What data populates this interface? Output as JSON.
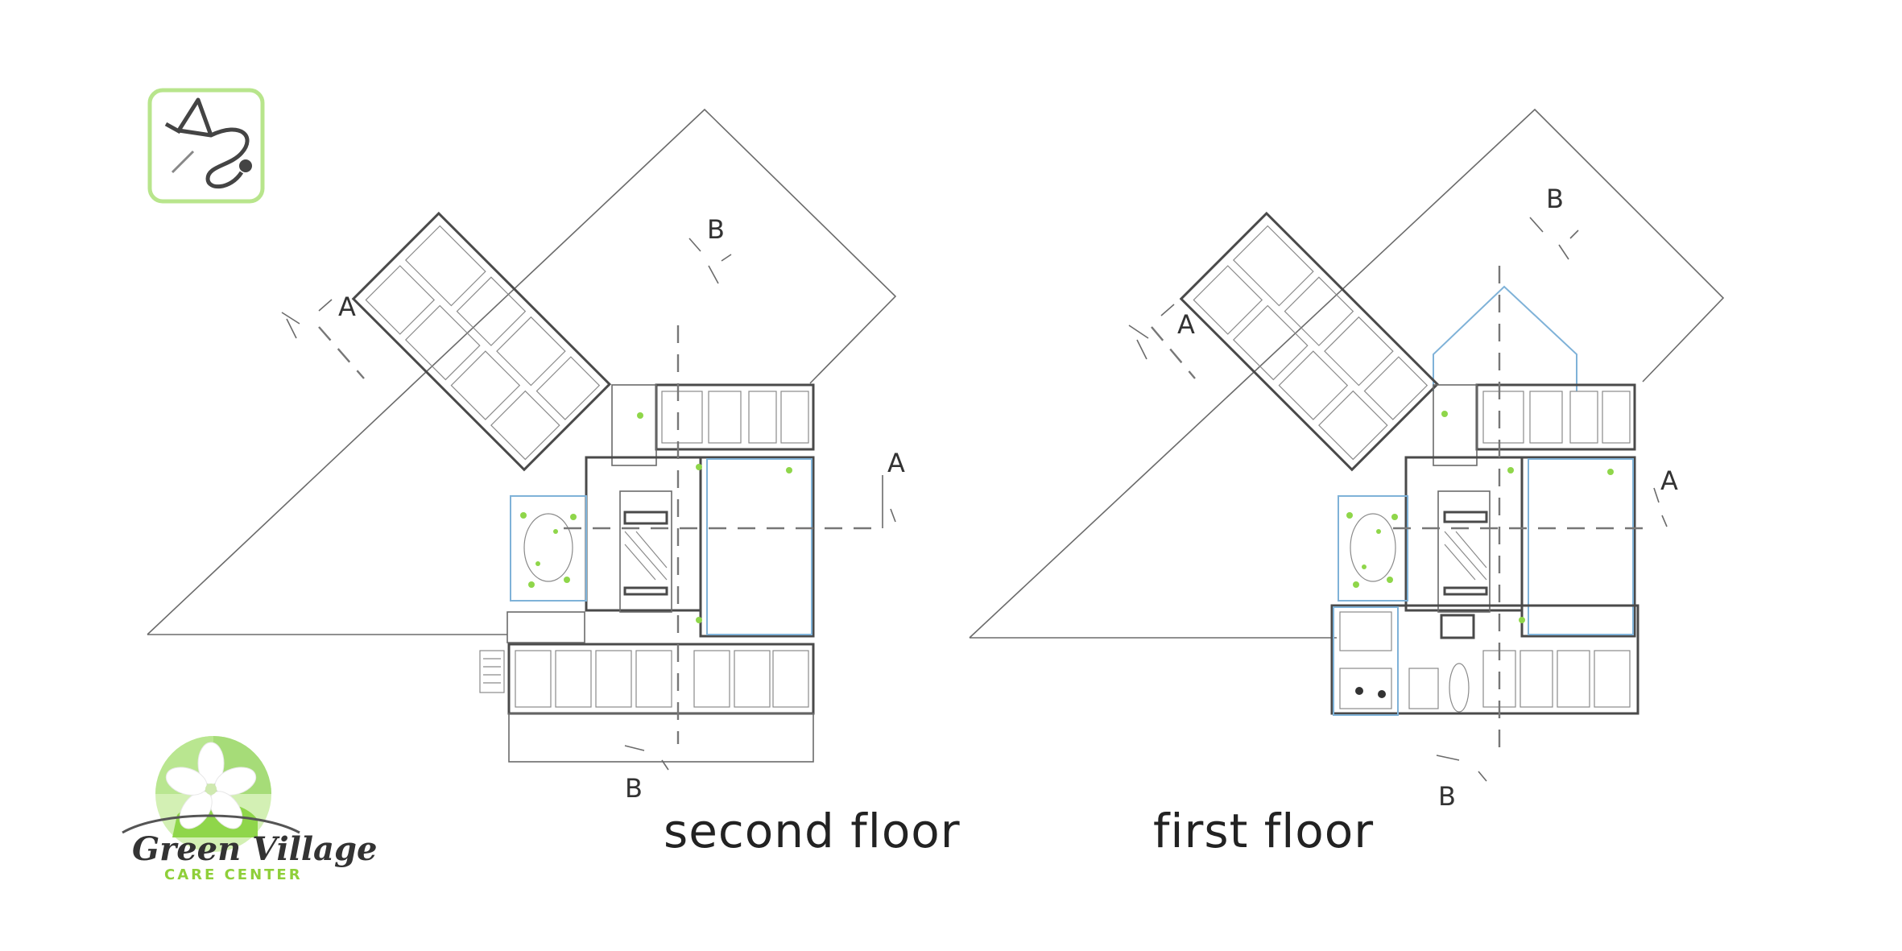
{
  "sheet": {
    "plans": [
      {
        "id": "second",
        "title": "second floor"
      },
      {
        "id": "first",
        "title": "first floor"
      }
    ],
    "section_markers": {
      "a": "A",
      "b": "B"
    }
  },
  "branding": {
    "name": "Green Village",
    "tagline": "CARE CENTER",
    "accent_color": "#8fd64a",
    "top_icon": "stethoscope-icon"
  }
}
